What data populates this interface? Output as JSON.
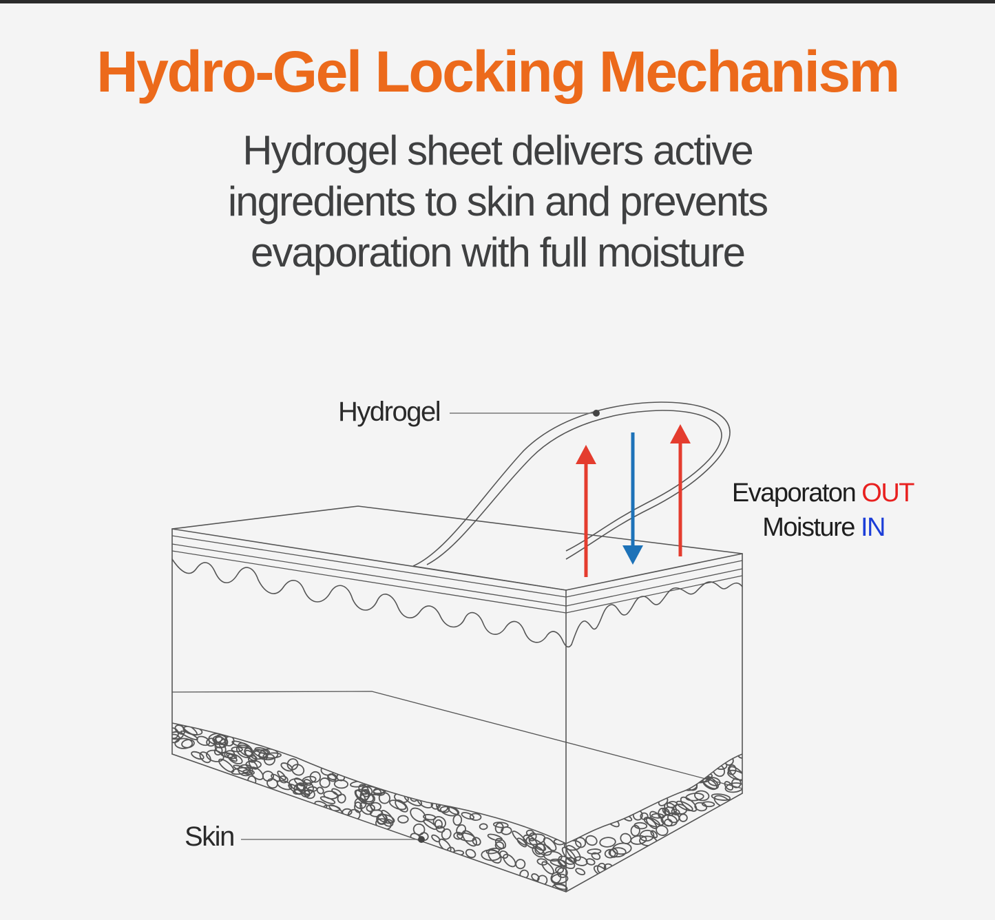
{
  "title": "Hydro-Gel Locking Mechanism",
  "subtitle": {
    "line1": "Hydrogel sheet delivers active",
    "line2": "ingredients to skin and prevents",
    "line3": "evaporation with full moisture"
  },
  "labels": {
    "hydrogel": "Hydrogel",
    "skin": "Skin"
  },
  "legend": {
    "evaporation_prefix": "Evaporaton",
    "evaporation_suffix": "OUT",
    "moisture_prefix": "Moisture",
    "moisture_suffix": "IN"
  },
  "colors": {
    "title": "#ec6a1b",
    "text": "#3f4041",
    "out": "#e8201f",
    "in": "#1c3ed8",
    "out_arrow": "#e43c2e",
    "in_arrow": "#1d72b8",
    "line": "#555555",
    "background": "#f4f4f4"
  }
}
